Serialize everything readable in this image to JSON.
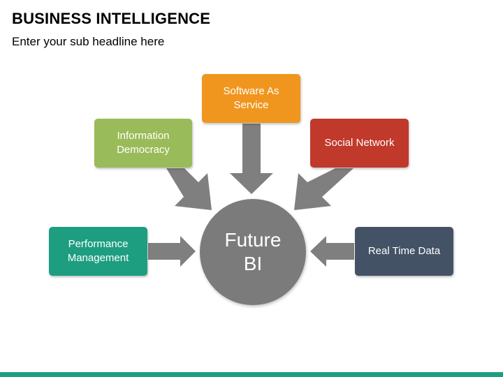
{
  "header": {
    "title": "BUSINESS INTELLIGENCE",
    "subtitle": "Enter your sub headline here"
  },
  "center": {
    "label": "Future\nBI",
    "color": "#7b7b7b"
  },
  "nodes": [
    {
      "label": "Software As\nService",
      "color": "#f0961e"
    },
    {
      "label": "Information\nDemocracy",
      "color": "#9abb59"
    },
    {
      "label": "Social Network",
      "color": "#c0392b"
    },
    {
      "label": "Performance\nManagement",
      "color": "#1e9e80"
    },
    {
      "label": "Real Time Data",
      "color": "#445266"
    }
  ],
  "colors": {
    "arrow": "#7f7f7f",
    "footer": "#1e9e80"
  }
}
